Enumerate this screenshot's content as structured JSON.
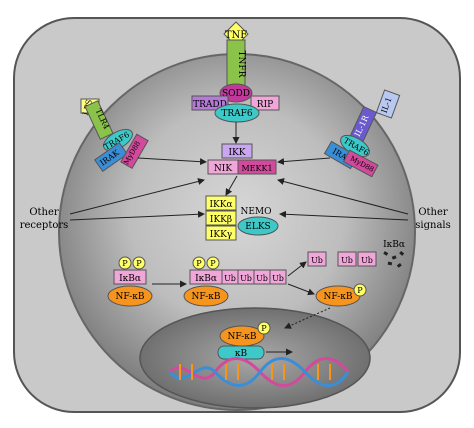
{
  "colors": {
    "cell": "#c9c9c9",
    "nucleus_outer": "#9a9a9a",
    "nucleus_inner": "#6e6e6e",
    "inner_cell": "#c2c2c2",
    "yellow": "#ffff66",
    "green": "#8bc34a",
    "purple": "#b47ad6",
    "magenta": "#d14a9b",
    "cyan": "#3ec9c9",
    "orange": "#f7941d",
    "pink": "#f0a6d8",
    "blue": "#3b8ed6"
  },
  "labels": {
    "tnf": "TNF",
    "tnfr": "TNFR",
    "sodd": "SODD",
    "tradd": "TRADD",
    "rip": "RIP",
    "traf6_top": "TRAF6",
    "lps": "LPS",
    "tlr4": "TLR4",
    "traf6_left": "TRAF6",
    "irak_left": "IRAK",
    "myd88_left": "MyD88",
    "il1": "IL-1",
    "il1r": "IL-1R",
    "traf6_right": "TRAF6",
    "irak_right": "IRAK",
    "myd88_right": "MyD88",
    "ikk": "IKK",
    "nik": "NIK",
    "mekk1": "MEKK1",
    "ikka": "IKKα",
    "ikkb": "IKKβ",
    "ikkg": "IKKγ",
    "nemo": "NEMO",
    "elks": "ELKS",
    "other_receptors_1": "Other",
    "other_receptors_2": "receptors",
    "other_signals_1": "Other",
    "other_signals_2": "signals",
    "p": "P",
    "ikba": "IκBα",
    "nfkb": "NF-κB",
    "ub": "Ub",
    "kb": "κB"
  }
}
